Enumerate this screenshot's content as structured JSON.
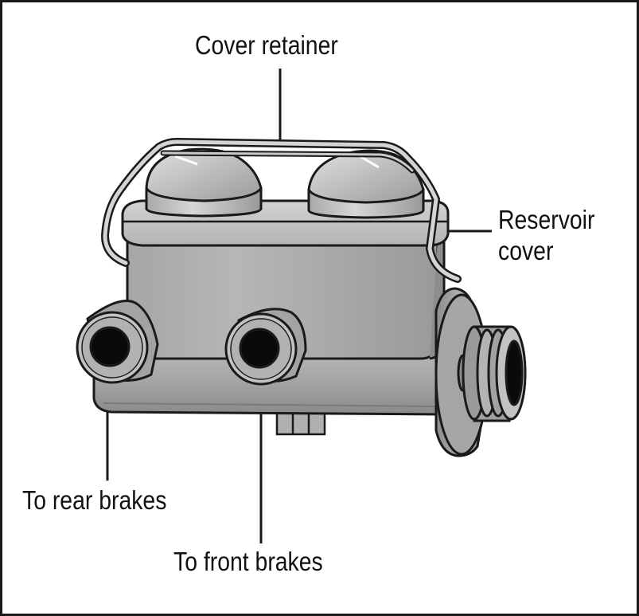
{
  "labels": {
    "cover_retainer": "Cover retainer",
    "reservoir_cover_line1": "Reservoir",
    "reservoir_cover_line2": "cover",
    "to_rear_brakes": "To rear brakes",
    "to_front_brakes": "To front brakes"
  },
  "colors": {
    "metal_light": "#c8c8c8",
    "metal_mid": "#a9a9a9",
    "metal_dark": "#7d7d7d",
    "outline": "#1a1a1a",
    "port_hole": "#0a0a0a"
  }
}
